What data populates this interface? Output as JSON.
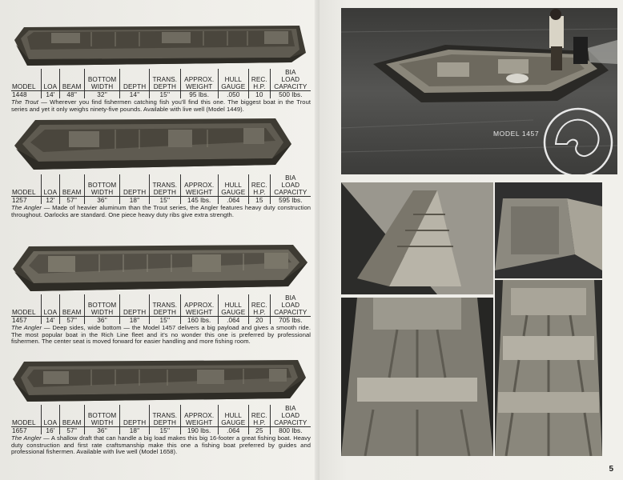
{
  "table_headers": {
    "model": "MODEL",
    "loa": "LOA",
    "beam": "BEAM",
    "bottom_width": [
      "BOTTOM",
      "WIDTH"
    ],
    "depth": "DEPTH",
    "trans_depth": [
      "TRANS.",
      "DEPTH"
    ],
    "approx_weight": [
      "APPROX.",
      "WEIGHT"
    ],
    "hull_gauge": [
      "HULL",
      "GAUGE"
    ],
    "rec_hp": [
      "REC.",
      "H.P."
    ],
    "bia_load": [
      "BIA",
      "LOAD",
      "CAPACITY"
    ]
  },
  "boats": [
    {
      "model": "1448",
      "loa": "14'",
      "beam": "48''",
      "bottom_width": "32''",
      "depth": "14''",
      "trans_depth": "15''",
      "weight": "95 lbs.",
      "gauge": ".050",
      "hp": "10",
      "capacity": "500 lbs.",
      "series": "The Trout",
      "text": " — Wherever you find fishermen catching fish you'll find this one. The biggest boat in the Trout series and yet it only weighs ninety-five pounds. Available with live well (Model 1449)."
    },
    {
      "model": "1257",
      "loa": "12'",
      "beam": "57''",
      "bottom_width": "36''",
      "depth": "18''",
      "trans_depth": "15''",
      "weight": "145 lbs.",
      "gauge": ".064",
      "hp": "15",
      "capacity": "595 lbs.",
      "series": "The Angler",
      "text": " — Made of heavier aluminum than the Trout series, the Angler features heavy duty construction throughout. Oarlocks are standard. One piece heavy duty ribs give extra strength."
    },
    {
      "model": "1457",
      "loa": "14'",
      "beam": "57''",
      "bottom_width": "36''",
      "depth": "18''",
      "trans_depth": "15''",
      "weight": "160 lbs.",
      "gauge": ".064",
      "hp": "20",
      "capacity": "705 lbs.",
      "series": "The Angler",
      "text": " — Deep sides, wide bottom — the Model 1457 delivers a big payload and gives a smooth ride. The most popular boat in the Rich Line fleet and it's no wonder this one is preferred by professional fishermen. The center seat is moved forward for easier handling and more fishing room."
    },
    {
      "model": "1657",
      "loa": "16'",
      "beam": "57''",
      "bottom_width": "36''",
      "depth": "18''",
      "trans_depth": "15''",
      "weight": "190 lbs.",
      "gauge": ".064",
      "hp": "25",
      "capacity": "800 lbs.",
      "series": "The Angler",
      "text": " — A shallow draft that can handle a big load makes this big 16-footer a great fishing boat. Heavy duty construction and first rate craftsmanship make this one a fishing boat preferred by guides and professional fishermen. Available with live well (Model 1658)."
    }
  ],
  "photo_caption": "MODEL  1457",
  "page_number": "5",
  "colors": {
    "hull_dark": "#3e3b33",
    "hull_mid": "#6b675c",
    "water": "#4a4a48",
    "paper": "#ecebe6"
  }
}
